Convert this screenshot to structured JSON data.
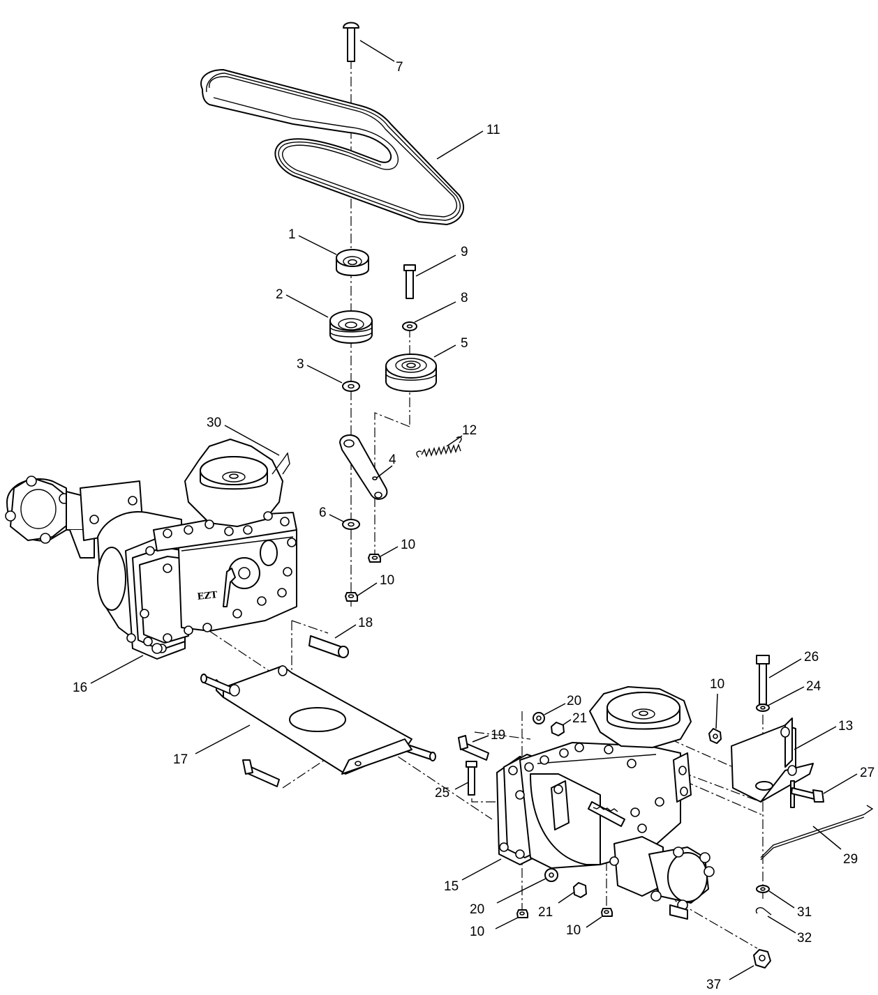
{
  "callouts": [
    {
      "id": "c1",
      "text": "1"
    },
    {
      "id": "c2",
      "text": "2"
    },
    {
      "id": "c3",
      "text": "3"
    },
    {
      "id": "c4",
      "text": "4"
    },
    {
      "id": "c5",
      "text": "5"
    },
    {
      "id": "c6",
      "text": "6"
    },
    {
      "id": "c7",
      "text": "7"
    },
    {
      "id": "c8",
      "text": "8"
    },
    {
      "id": "c9",
      "text": "9"
    },
    {
      "id": "c10a",
      "text": "10"
    },
    {
      "id": "c10b",
      "text": "10"
    },
    {
      "id": "c10c",
      "text": "10"
    },
    {
      "id": "c10d",
      "text": "10"
    },
    {
      "id": "c10e",
      "text": "10"
    },
    {
      "id": "c11",
      "text": "11"
    },
    {
      "id": "c12",
      "text": "12"
    },
    {
      "id": "c13",
      "text": "13"
    },
    {
      "id": "c15",
      "text": "15"
    },
    {
      "id": "c16",
      "text": "16"
    },
    {
      "id": "c17",
      "text": "17"
    },
    {
      "id": "c18",
      "text": "18"
    },
    {
      "id": "c19",
      "text": "19"
    },
    {
      "id": "c20a",
      "text": "20"
    },
    {
      "id": "c20b",
      "text": "20"
    },
    {
      "id": "c21a",
      "text": "21"
    },
    {
      "id": "c21b",
      "text": "21"
    },
    {
      "id": "c24",
      "text": "24"
    },
    {
      "id": "c25",
      "text": "25"
    },
    {
      "id": "c26",
      "text": "26"
    },
    {
      "id": "c27",
      "text": "27"
    },
    {
      "id": "c29",
      "text": "29"
    },
    {
      "id": "c30",
      "text": "30"
    },
    {
      "id": "c31",
      "text": "31"
    },
    {
      "id": "c32",
      "text": "32"
    },
    {
      "id": "c37",
      "text": "37"
    }
  ],
  "transmission_casting_text": "EZT",
  "colors": {
    "line": "#000000",
    "background": "#ffffff"
  }
}
